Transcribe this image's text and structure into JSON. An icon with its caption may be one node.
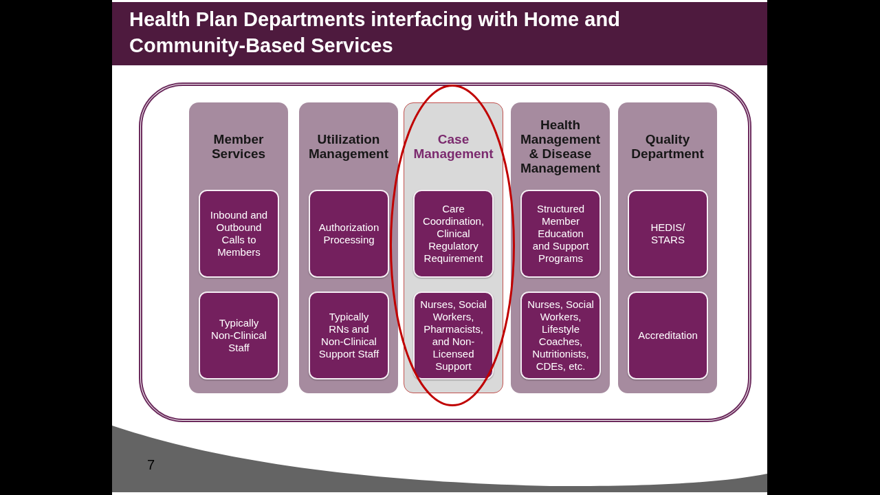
{
  "diagram": {
    "title": "Health Plan Departments interfacing with Home and Community-Based Services",
    "nodes": [
      {
        "text": [],
        "shape": "box"
      },
      {
        "text": [
          "Member Services"
        ],
        "in": 0
      },
      {
        "text": [
          "Inbound and Outbound Calls to Members"
        ],
        "in": 1
      },
      {
        "text": [
          "Typically Non-Clinical Staff"
        ],
        "in": 1
      },
      {
        "text": [
          "Utilization Management"
        ],
        "in": 0
      },
      {
        "text": [
          "Authorization Processing"
        ],
        "in": 4
      },
      {
        "text": [
          "Typically RNs and Non-Clinical Support Staff"
        ],
        "in": 4
      },
      {
        "text": [
          "Case Management"
        ],
        "in": 0
      },
      {
        "text": [
          "Care Coordination, Clinical Regulatory Requirement"
        ],
        "in": 7
      },
      {
        "text": [
          "Nurses, Social Workers, Pharmacists, and Non-Licensed Support"
        ],
        "in": 7
      },
      {
        "text": [
          "Health Management & Disease Management"
        ],
        "in": 0
      },
      {
        "text": [
          "Structured Member Education and Support Programs"
        ],
        "in": 10
      },
      {
        "text": [
          "Nurses, Social Workers, Lifestyle Coaches, Nutritionists, CDEs, etc."
        ],
        "in": 10
      },
      {
        "text": [
          "Quality Department"
        ],
        "in": 0
      },
      {
        "text": [
          "HEDIS/ STARS"
        ],
        "in": 13
      },
      {
        "text": [
          "Accreditation"
        ],
        "in": 13
      }
    ],
    "labels": [
      "7"
    ]
  }
}
